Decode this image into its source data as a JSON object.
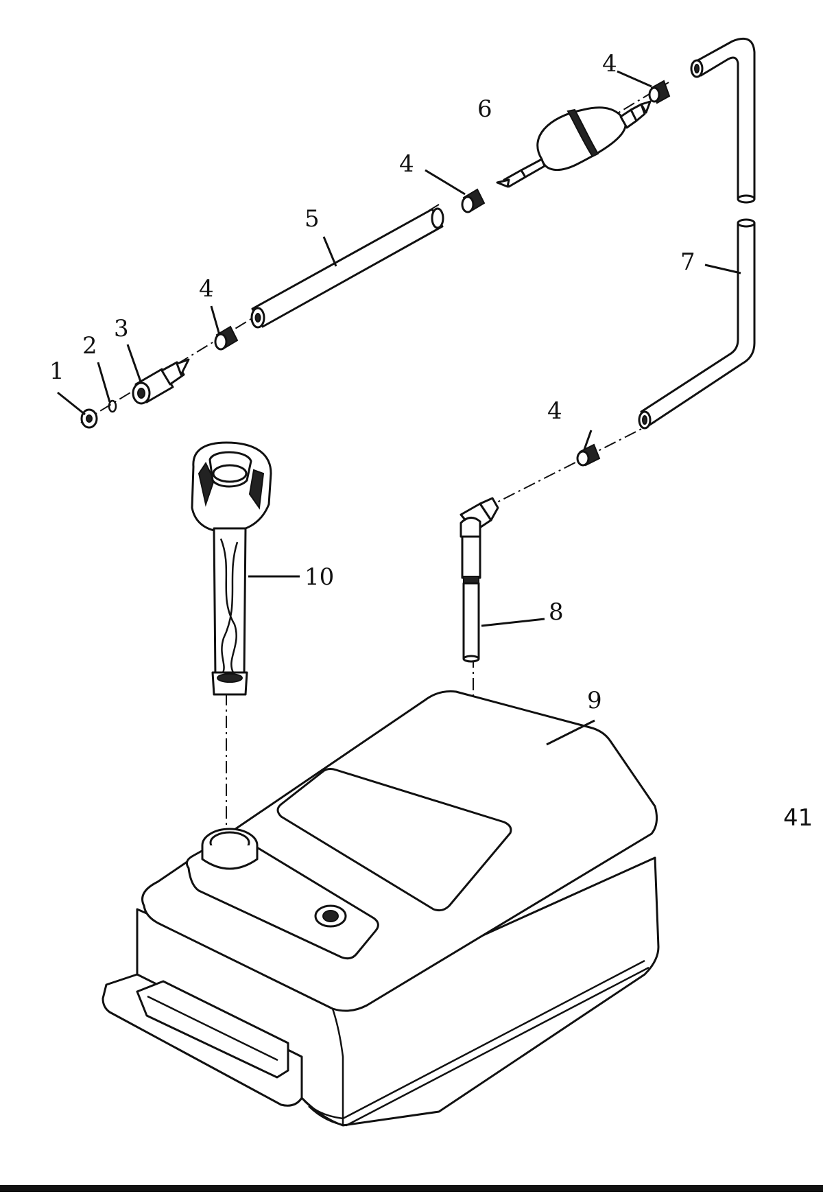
{
  "diagram": {
    "callouts": {
      "c1": "1",
      "c2": "2",
      "c3": "3",
      "c4a": "4",
      "c4b": "4",
      "c4c": "4",
      "c4d": "4",
      "c5": "5",
      "c6": "6",
      "c7": "7",
      "c8": "8",
      "c9": "9",
      "c10": "10"
    },
    "figure_code": "41"
  }
}
